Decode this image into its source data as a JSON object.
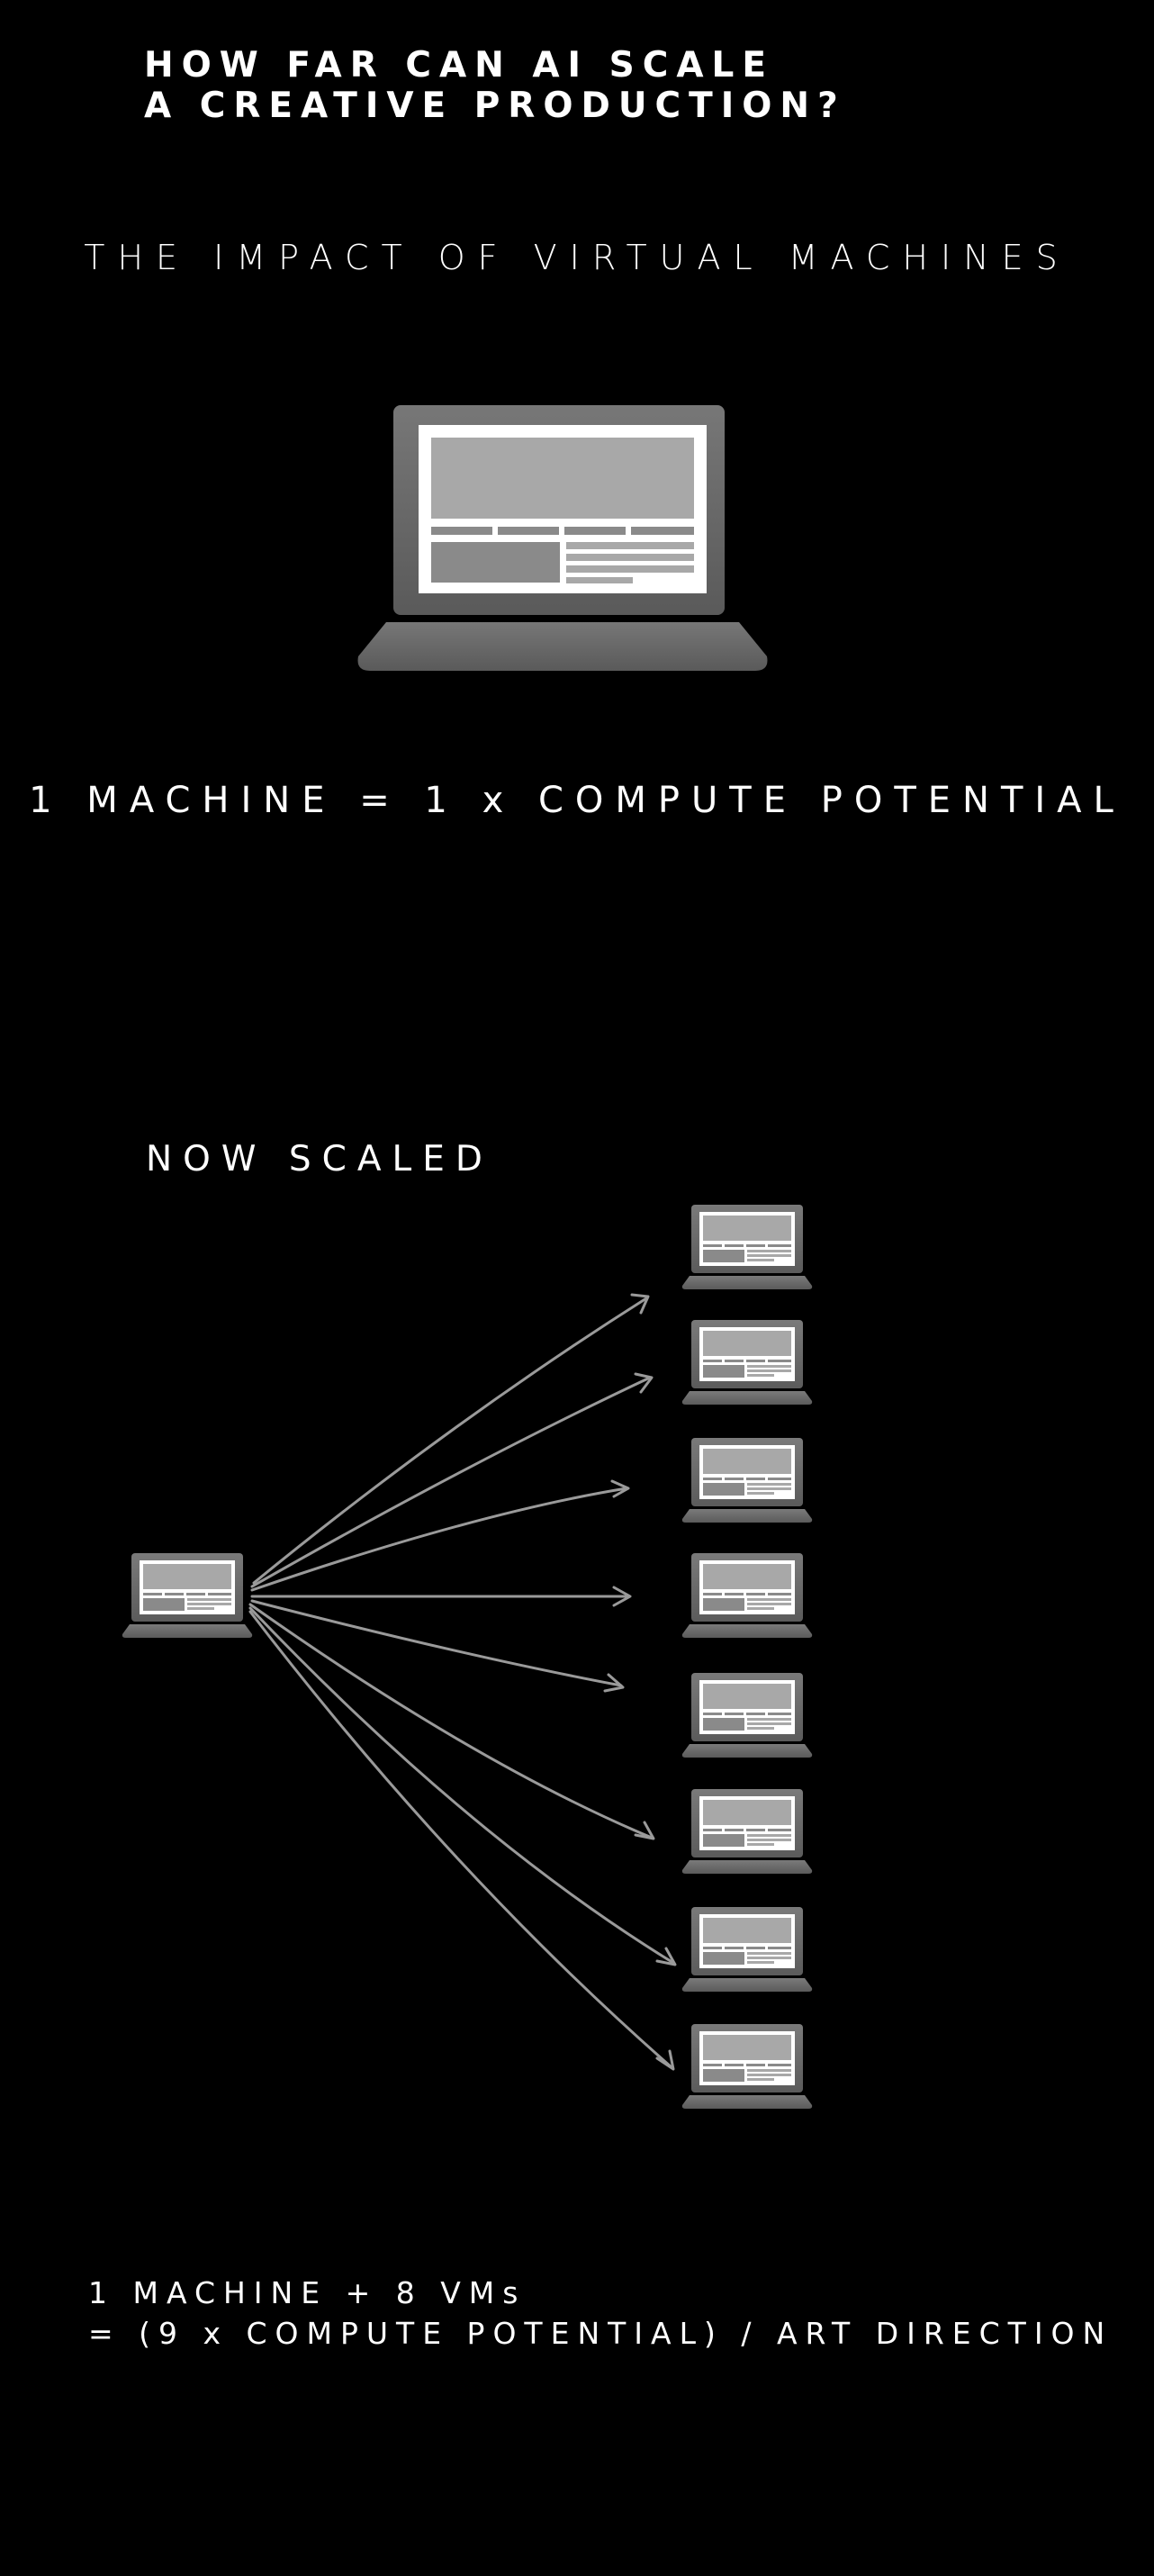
{
  "title": {
    "line1": "HOW FAR CAN AI SCALE",
    "line2": "A CREATIVE PRODUCTION?"
  },
  "subtitle": "THE IMPACT OF VIRTUAL MACHINES",
  "equation_single": "1 MACHINE = 1 x COMPUTE POTENTIAL",
  "scaled_heading": "NOW SCALED",
  "equation_scaled": {
    "line1": "1 MACHINE + 8 VMs",
    "line2": "= (9 x COMPUTE POTENTIAL) / ART DIRECTION"
  },
  "icons": {
    "main": "laptop-icon",
    "source": "laptop-icon",
    "vm": "laptop-icon",
    "connector": "arrow-icon"
  },
  "vm_count": 8,
  "colors": {
    "background": "#000000",
    "text": "#ffffff",
    "laptop_body": "#6b6b6b",
    "screen": "#ffffff",
    "arrow": "#9a9a9a"
  }
}
